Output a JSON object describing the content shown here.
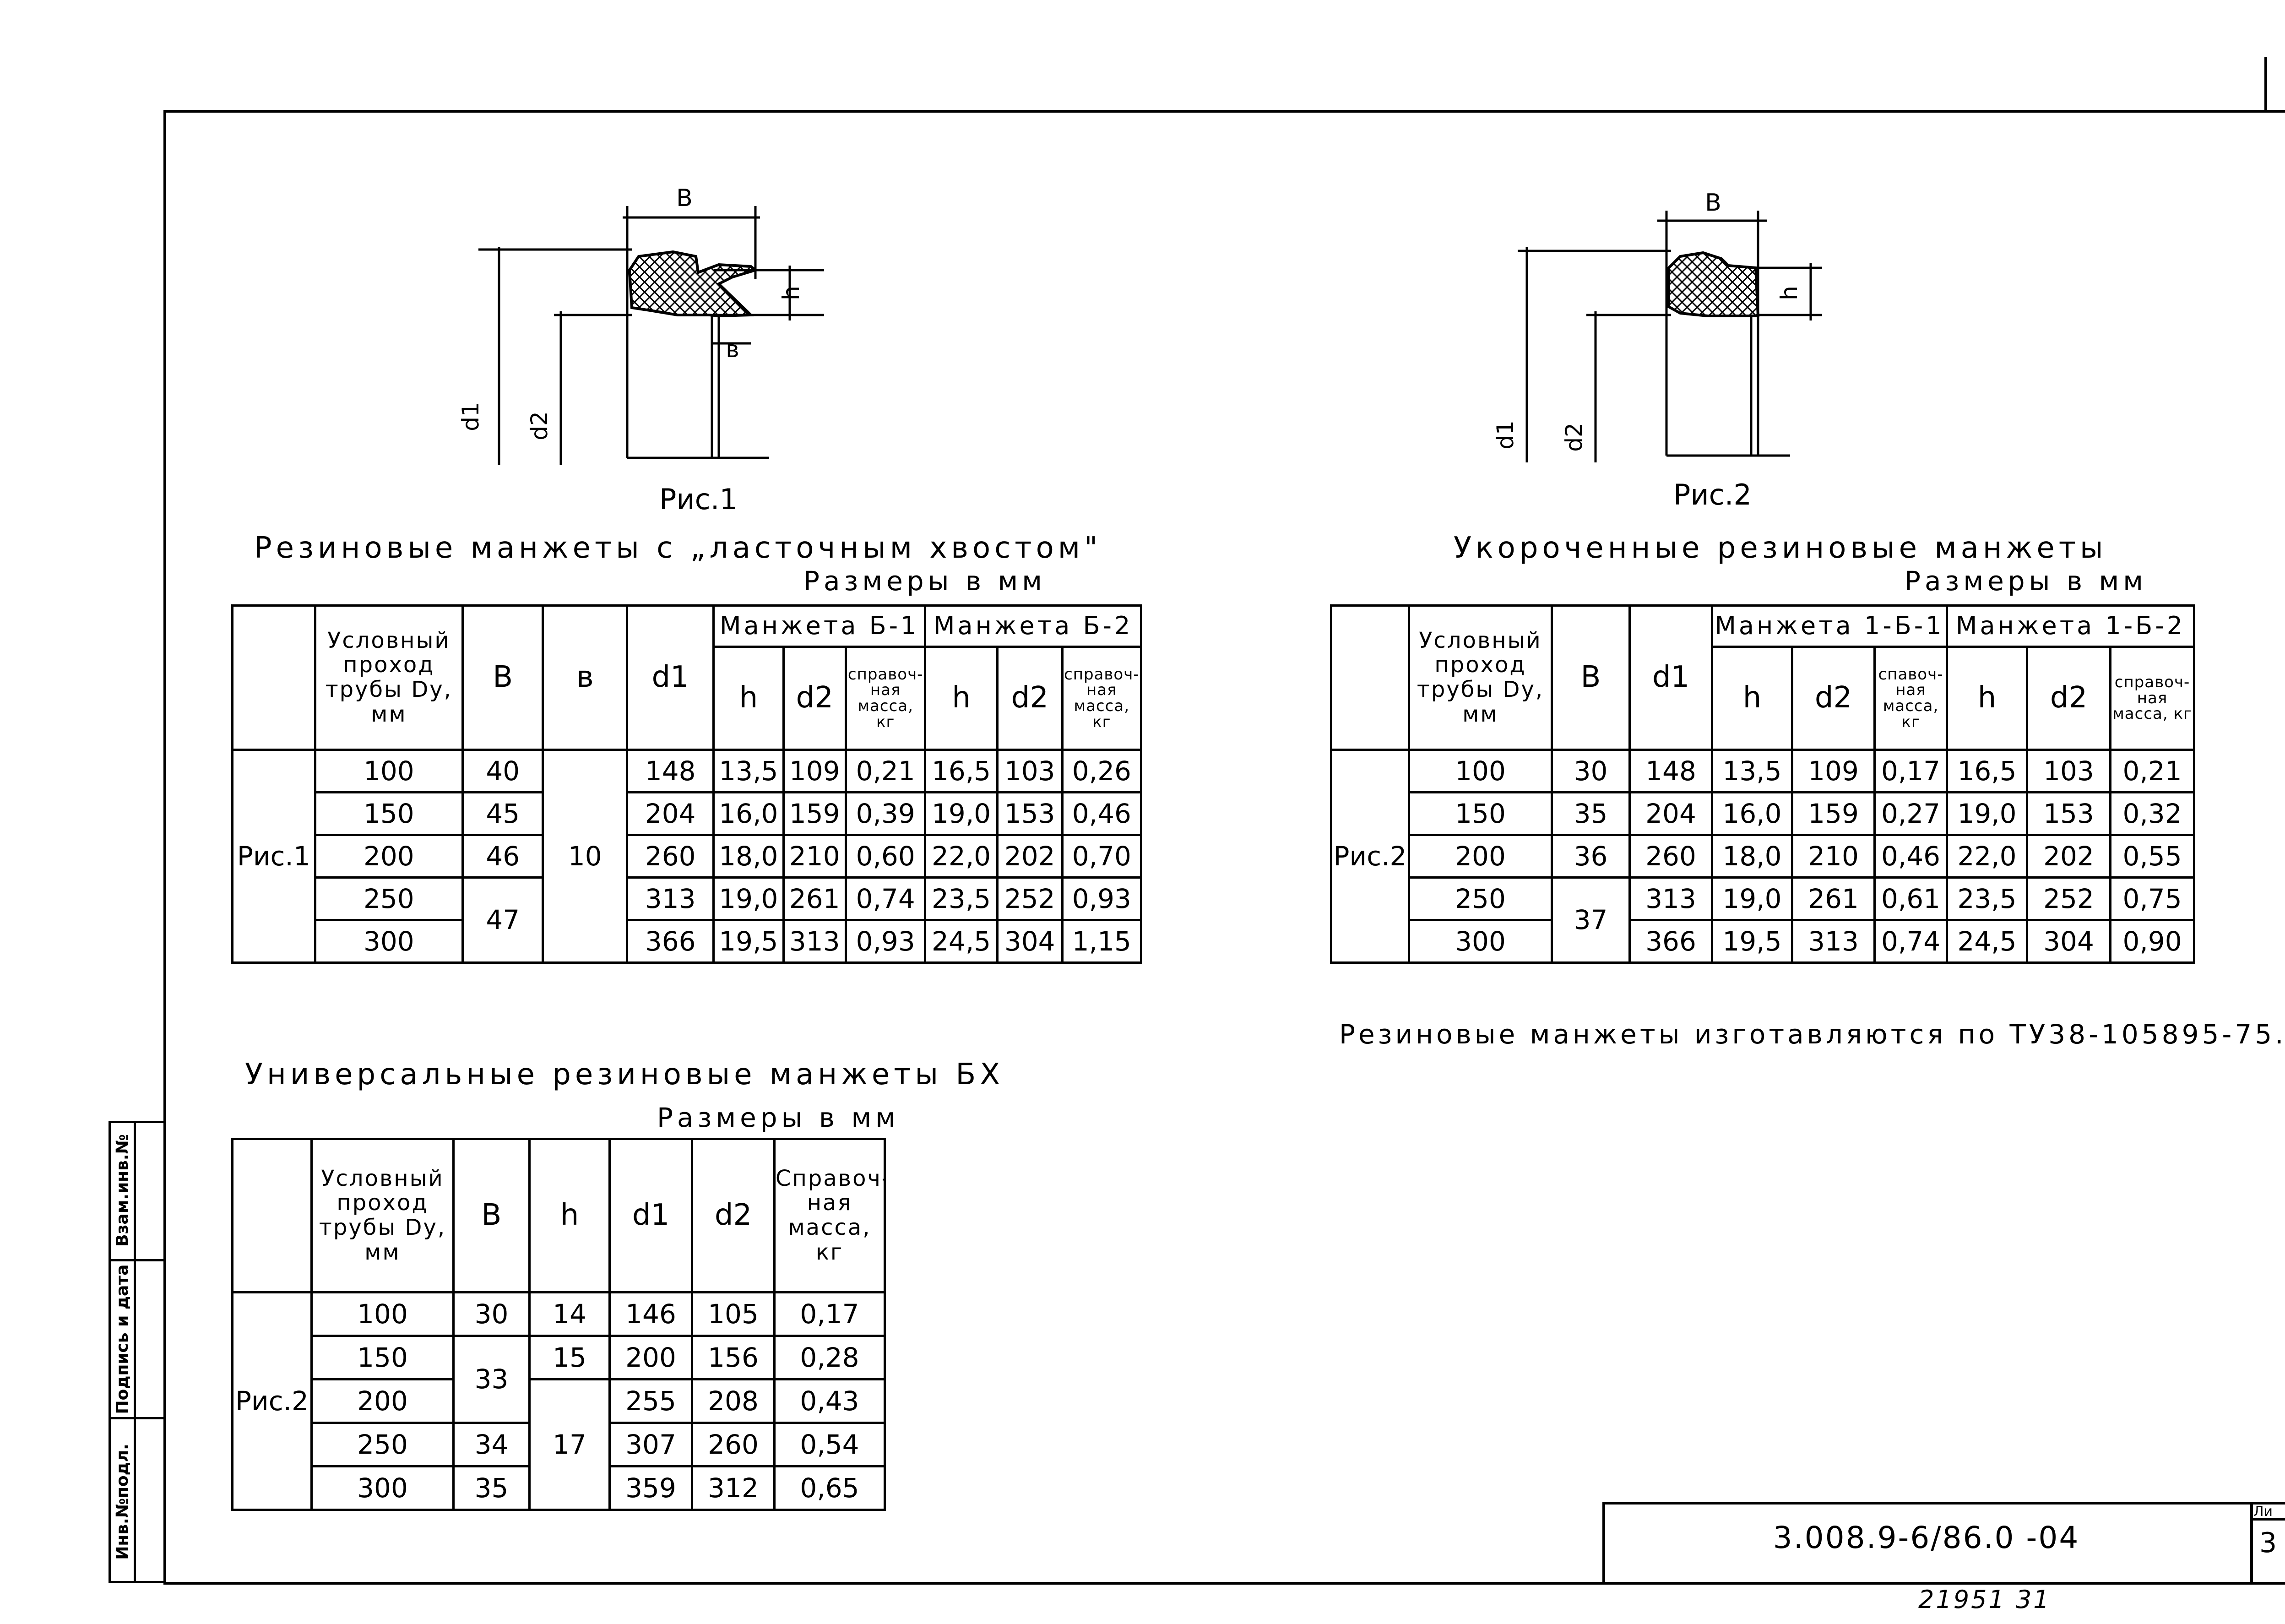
{
  "fig1": {
    "caption": "Рис.1",
    "dims": {
      "b_upper": "В",
      "b_lower": "в",
      "h": "h",
      "d1": "d1",
      "d2": "d2"
    }
  },
  "fig2": {
    "caption": "Рис.2",
    "dims": {
      "b_upper": "В",
      "h": "h",
      "d1": "d1",
      "d2": "d2"
    }
  },
  "table1": {
    "title": "Резиновые манжеты с „ласточным хвостом\"",
    "units": "Размеры в мм",
    "row_label": "Рис.1",
    "col_pipe": "Условный проход трубы Dу, мм",
    "col_B": "В",
    "col_b": "в",
    "col_d1": "d1",
    "group1": "Манжета Б-1",
    "group2": "Манжета Б-2",
    "col_h": "h",
    "col_d2": "d2",
    "col_mass": "справоч-ная масса, кг",
    "b_common": "10",
    "rows": [
      {
        "dy": "100",
        "B": "40",
        "d1": "148",
        "h1": "13,5",
        "d21": "109",
        "m1": "0,21",
        "h2": "16,5",
        "d22": "103",
        "m2": "0,26"
      },
      {
        "dy": "150",
        "B": "45",
        "d1": "204",
        "h1": "16,0",
        "d21": "159",
        "m1": "0,39",
        "h2": "19,0",
        "d22": "153",
        "m2": "0,46"
      },
      {
        "dy": "200",
        "B": "46",
        "d1": "260",
        "h1": "18,0",
        "d21": "210",
        "m1": "0,60",
        "h2": "22,0",
        "d22": "202",
        "m2": "0,70"
      },
      {
        "dy": "250",
        "B": "47",
        "d1": "313",
        "h1": "19,0",
        "d21": "261",
        "m1": "0,74",
        "h2": "23,5",
        "d22": "252",
        "m2": "0,93"
      },
      {
        "dy": "300",
        "d1": "366",
        "h1": "19,5",
        "d21": "313",
        "m1": "0,93",
        "h2": "24,5",
        "d22": "304",
        "m2": "1,15"
      }
    ]
  },
  "table2": {
    "title": "Укороченные резиновые манжеты",
    "units": "Размеры в мм",
    "row_label": "Рис.2",
    "col_pipe": "Условный проход трубы Dу, мм",
    "col_B": "В",
    "col_d1": "d1",
    "group1": "Манжета 1-Б-1",
    "group2": "Манжета 1-Б-2",
    "col_h": "h",
    "col_d2": "d2",
    "col_mass1": "спавоч-ная масса, кг",
    "col_mass2": "справоч-ная масса, кг",
    "rows": [
      {
        "dy": "100",
        "B": "30",
        "d1": "148",
        "h1": "13,5",
        "d21": "109",
        "m1": "0,17",
        "h2": "16,5",
        "d22": "103",
        "m2": "0,21"
      },
      {
        "dy": "150",
        "B": "35",
        "d1": "204",
        "h1": "16,0",
        "d21": "159",
        "m1": "0,27",
        "h2": "19,0",
        "d22": "153",
        "m2": "0,32"
      },
      {
        "dy": "200",
        "B": "36",
        "d1": "260",
        "h1": "18,0",
        "d21": "210",
        "m1": "0,46",
        "h2": "22,0",
        "d22": "202",
        "m2": "0,55"
      },
      {
        "dy": "250",
        "B": "37",
        "d1": "313",
        "h1": "19,0",
        "d21": "261",
        "m1": "0,61",
        "h2": "23,5",
        "d22": "252",
        "m2": "0,75"
      },
      {
        "dy": "300",
        "d1": "366",
        "h1": "19,5",
        "d21": "313",
        "m1": "0,74",
        "h2": "24,5",
        "d22": "304",
        "m2": "0,90"
      }
    ]
  },
  "table3": {
    "title": "Универсальные резиновые манжеты БХ",
    "units": "Размеры в мм",
    "row_label": "Рис.2",
    "col_pipe": "Условный проход трубы Dу, мм",
    "col_B": "В",
    "col_h": "h",
    "col_d1": "d1",
    "col_d2": "d2",
    "col_mass": "Справоч-ная масса, кг",
    "rows": [
      {
        "dy": "100",
        "B": "30",
        "h": "14",
        "d1": "146",
        "d2": "105",
        "m": "0,17"
      },
      {
        "dy": "150",
        "B": "33",
        "h": "15",
        "d1": "200",
        "d2": "156",
        "m": "0,28"
      },
      {
        "dy": "200",
        "h": "17",
        "d1": "255",
        "d2": "208",
        "m": "0,43"
      },
      {
        "dy": "250",
        "B": "34",
        "d1": "307",
        "d2": "260",
        "m": "0,54"
      },
      {
        "dy": "300",
        "B": "35",
        "d1": "359",
        "d2": "312",
        "m": "0,65"
      }
    ]
  },
  "note": "Резиновые манжеты изготавляются по ТУ38-105895-75.",
  "stamp": {
    "code": "3.008.9-6/86.0 -04",
    "list_label": "Ли",
    "sheet": "3",
    "inventory": "21951    31"
  },
  "side": {
    "inv_orig": "Инв.№подл.",
    "sign_date": "Подпись и дата",
    "inv_repl": "Взам.инв.№"
  }
}
